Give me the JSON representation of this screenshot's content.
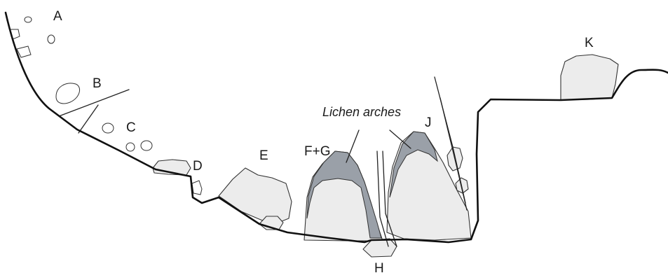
{
  "figure": {
    "labels": {
      "A": "A",
      "B": "B",
      "C": "C",
      "D": "D",
      "E": "E",
      "FG": "F+G",
      "H": "H",
      "J": "J",
      "K": "K",
      "lichen": "Lichen arches"
    },
    "colors": {
      "rock_fill": "#ececec",
      "lichen_fill": "#9aa0a8",
      "outline": "#111111"
    }
  }
}
